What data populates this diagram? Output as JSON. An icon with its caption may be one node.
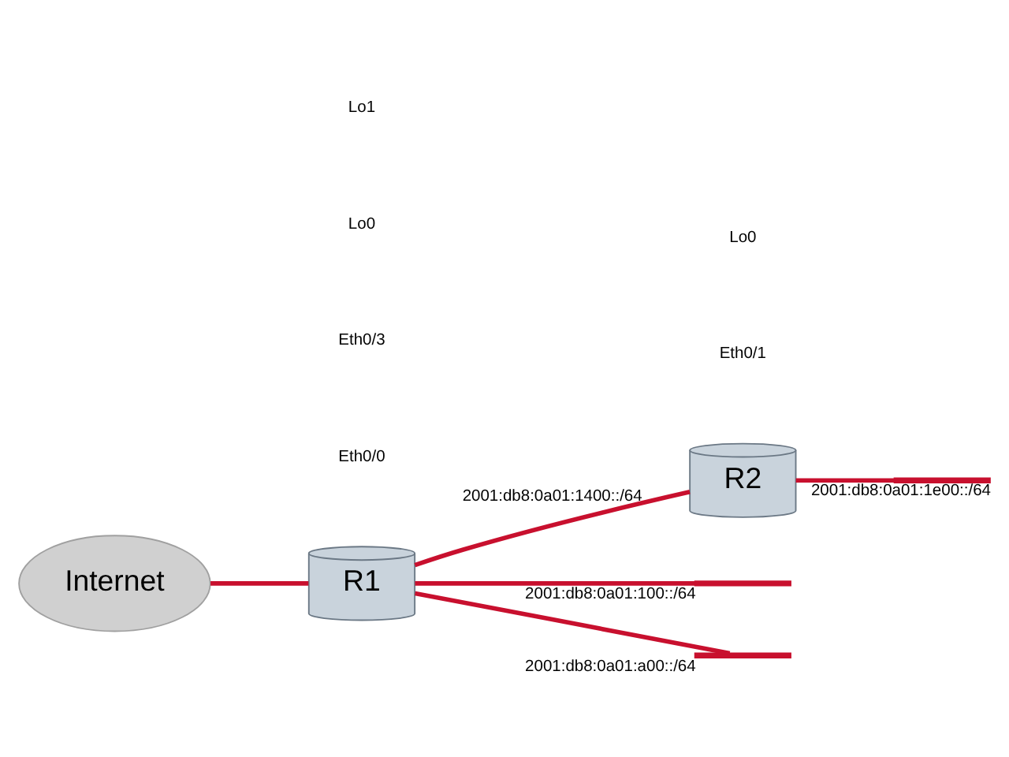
{
  "diagram": {
    "nodes": [
      {
        "text": [
          "Internet"
        ]
      },
      {
        "text": [
          "R1"
        ]
      },
      {
        "text": [
          "R2"
        ]
      },
      {
        "text": [],
        "shape": "bar",
        "beside": [
          "2001:db8:0a01:100::/64"
        ]
      },
      {
        "text": [],
        "shape": "bar",
        "beside": [
          "2001:db8:0a01:a00::/64"
        ]
      },
      {
        "text": [],
        "shape": "bar",
        "beside": [
          "2001:db8:0a01:1e00::/64"
        ]
      }
    ],
    "edges": [
      {
        "from": 0,
        "to": 1,
        "arrow": "none"
      },
      {
        "from": 1,
        "to": 2,
        "arrow": "none",
        "label": "2001:db8:0a01:1400::/64"
      },
      {
        "from": 1,
        "to": 3,
        "arrow": "none"
      },
      {
        "from": 1,
        "to": 4,
        "arrow": "none"
      },
      {
        "from": 2,
        "to": 5,
        "arrow": "none"
      }
    ],
    "labels": [
      "Eth0/0",
      "Eth0/3",
      "Eth0/1",
      "Lo0",
      "Lo1",
      "Lo0"
    ]
  }
}
